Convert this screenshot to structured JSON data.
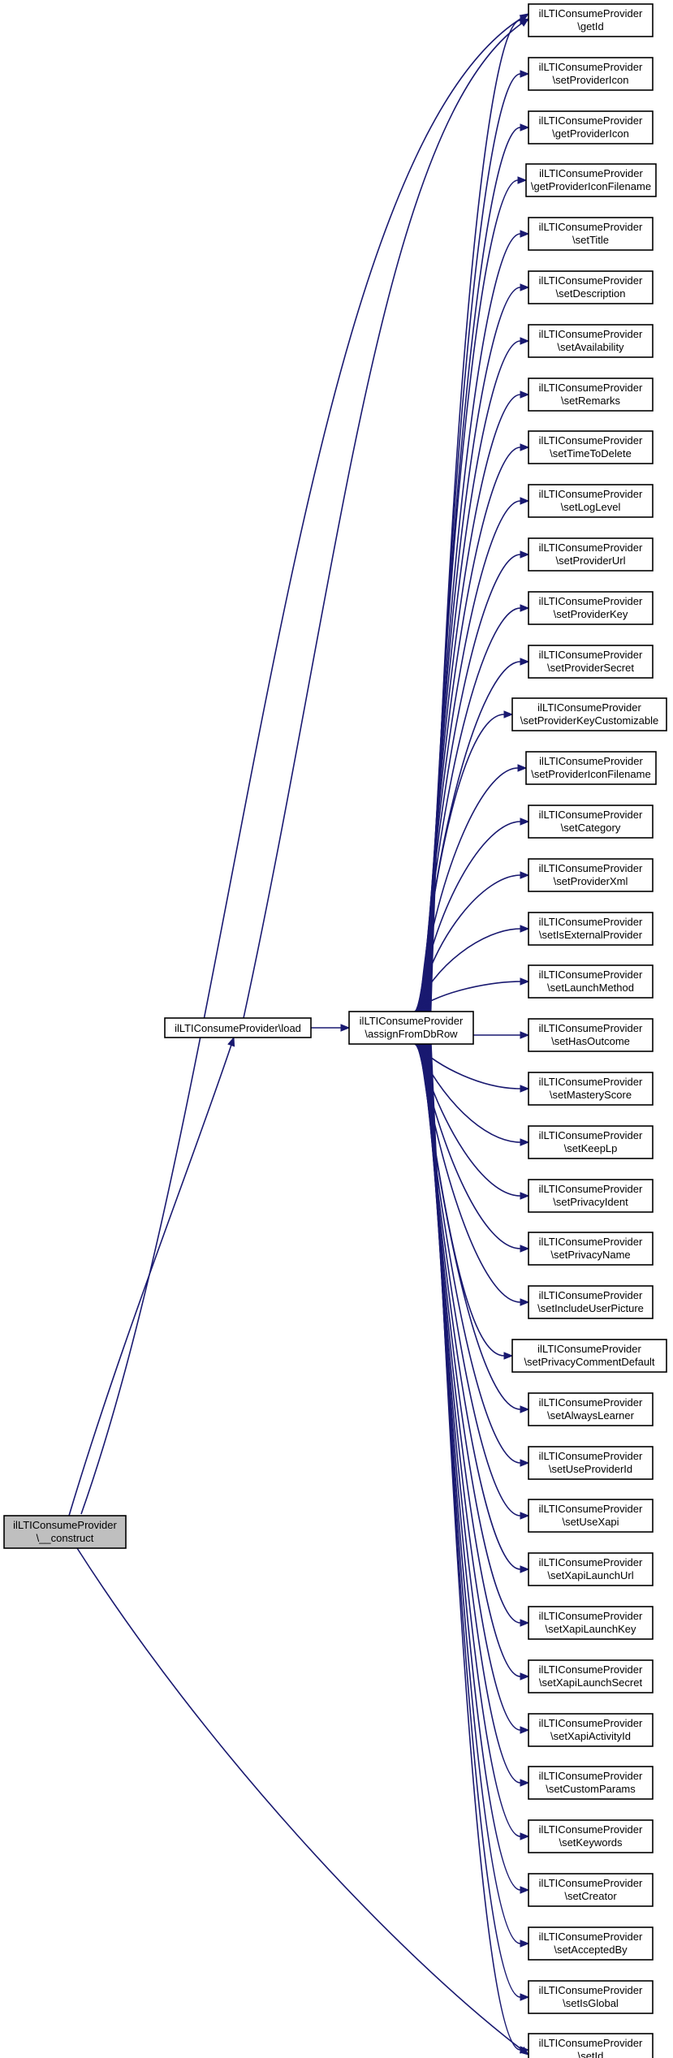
{
  "diagram": {
    "root": {
      "id": "construct",
      "line1": "ilLTIConsumeProvider",
      "line2": "\\__construct"
    },
    "load": {
      "id": "load",
      "line1": "ilLTIConsumeProvider\\load",
      "line2": ""
    },
    "assign": {
      "id": "assign",
      "line1": "ilLTIConsumeProvider",
      "line2": "\\assignFromDbRow"
    },
    "targets": [
      {
        "id": "getId",
        "line1": "ilLTIConsumeProvider",
        "line2": "\\getId"
      },
      {
        "id": "setProviderIcon",
        "line1": "ilLTIConsumeProvider",
        "line2": "\\setProviderIcon"
      },
      {
        "id": "getProviderIcon",
        "line1": "ilLTIConsumeProvider",
        "line2": "\\getProviderIcon"
      },
      {
        "id": "getProviderIconFilename",
        "line1": "ilLTIConsumeProvider",
        "line2": "\\getProviderIconFilename"
      },
      {
        "id": "setTitle",
        "line1": "ilLTIConsumeProvider",
        "line2": "\\setTitle"
      },
      {
        "id": "setDescription",
        "line1": "ilLTIConsumeProvider",
        "line2": "\\setDescription"
      },
      {
        "id": "setAvailability",
        "line1": "ilLTIConsumeProvider",
        "line2": "\\setAvailability"
      },
      {
        "id": "setRemarks",
        "line1": "ilLTIConsumeProvider",
        "line2": "\\setRemarks"
      },
      {
        "id": "setTimeToDelete",
        "line1": "ilLTIConsumeProvider",
        "line2": "\\setTimeToDelete"
      },
      {
        "id": "setLogLevel",
        "line1": "ilLTIConsumeProvider",
        "line2": "\\setLogLevel"
      },
      {
        "id": "setProviderUrl",
        "line1": "ilLTIConsumeProvider",
        "line2": "\\setProviderUrl"
      },
      {
        "id": "setProviderKey",
        "line1": "ilLTIConsumeProvider",
        "line2": "\\setProviderKey"
      },
      {
        "id": "setProviderSecret",
        "line1": "ilLTIConsumeProvider",
        "line2": "\\setProviderSecret"
      },
      {
        "id": "setProviderKeyCustomizable",
        "line1": "ilLTIConsumeProvider",
        "line2": "\\setProviderKeyCustomizable"
      },
      {
        "id": "setProviderIconFilename",
        "line1": "ilLTIConsumeProvider",
        "line2": "\\setProviderIconFilename"
      },
      {
        "id": "setCategory",
        "line1": "ilLTIConsumeProvider",
        "line2": "\\setCategory"
      },
      {
        "id": "setProviderXml",
        "line1": "ilLTIConsumeProvider",
        "line2": "\\setProviderXml"
      },
      {
        "id": "setIsExternalProvider",
        "line1": "ilLTIConsumeProvider",
        "line2": "\\setIsExternalProvider"
      },
      {
        "id": "setLaunchMethod",
        "line1": "ilLTIConsumeProvider",
        "line2": "\\setLaunchMethod"
      },
      {
        "id": "setHasOutcome",
        "line1": "ilLTIConsumeProvider",
        "line2": "\\setHasOutcome"
      },
      {
        "id": "setMasteryScore",
        "line1": "ilLTIConsumeProvider",
        "line2": "\\setMasteryScore"
      },
      {
        "id": "setKeepLp",
        "line1": "ilLTIConsumeProvider",
        "line2": "\\setKeepLp"
      },
      {
        "id": "setPrivacyIdent",
        "line1": "ilLTIConsumeProvider",
        "line2": "\\setPrivacyIdent"
      },
      {
        "id": "setPrivacyName",
        "line1": "ilLTIConsumeProvider",
        "line2": "\\setPrivacyName"
      },
      {
        "id": "setIncludeUserPicture",
        "line1": "ilLTIConsumeProvider",
        "line2": "\\setIncludeUserPicture"
      },
      {
        "id": "setPrivacyCommentDefault",
        "line1": "ilLTIConsumeProvider",
        "line2": "\\setPrivacyCommentDefault"
      },
      {
        "id": "setAlwaysLearner",
        "line1": "ilLTIConsumeProvider",
        "line2": "\\setAlwaysLearner"
      },
      {
        "id": "setUseProviderId",
        "line1": "ilLTIConsumeProvider",
        "line2": "\\setUseProviderId"
      },
      {
        "id": "setUseXapi",
        "line1": "ilLTIConsumeProvider",
        "line2": "\\setUseXapi"
      },
      {
        "id": "setXapiLaunchUrl",
        "line1": "ilLTIConsumeProvider",
        "line2": "\\setXapiLaunchUrl"
      },
      {
        "id": "setXapiLaunchKey",
        "line1": "ilLTIConsumeProvider",
        "line2": "\\setXapiLaunchKey"
      },
      {
        "id": "setXapiLaunchSecret",
        "line1": "ilLTIConsumeProvider",
        "line2": "\\setXapiLaunchSecret"
      },
      {
        "id": "setXapiActivityId",
        "line1": "ilLTIConsumeProvider",
        "line2": "\\setXapiActivityId"
      },
      {
        "id": "setCustomParams",
        "line1": "ilLTIConsumeProvider",
        "line2": "\\setCustomParams"
      },
      {
        "id": "setKeywords",
        "line1": "ilLTIConsumeProvider",
        "line2": "\\setKeywords"
      },
      {
        "id": "setCreator",
        "line1": "ilLTIConsumeProvider",
        "line2": "\\setCreator"
      },
      {
        "id": "setAcceptedBy",
        "line1": "ilLTIConsumeProvider",
        "line2": "\\setAcceptedBy"
      },
      {
        "id": "setIsGlobal",
        "line1": "ilLTIConsumeProvider",
        "line2": "\\setIsGlobal"
      },
      {
        "id": "setId",
        "line1": "ilLTIConsumeProvider",
        "line2": "\\setId"
      }
    ],
    "edges": [
      {
        "from": "construct",
        "to": "load"
      },
      {
        "from": "construct",
        "to": "getId"
      },
      {
        "from": "construct",
        "to": "setId"
      },
      {
        "from": "load",
        "to": "getId"
      },
      {
        "from": "load",
        "to": "assign"
      },
      {
        "from": "assign",
        "to": "*"
      }
    ],
    "colors": {
      "edge": "#191970",
      "root_fill": "#bfbfbf",
      "node_fill": "#ffffff",
      "border": "#000000"
    }
  }
}
